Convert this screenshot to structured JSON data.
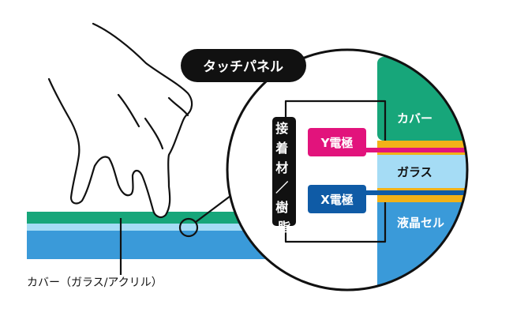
{
  "title": "タッチパネル",
  "callout_label": "カバー（ガラス/アクリル）",
  "adhesive_label": "接着材／樹脂",
  "y_electrode": "Y電極",
  "x_electrode": "X電極",
  "layers": {
    "cover": "カバー",
    "glass": "ガラス",
    "lcd": "液晶セル"
  },
  "colors": {
    "cover": "#17a67a",
    "glass": "#a5dcf5",
    "lcd": "#3a9ad9",
    "electrode_band": "#f2b218",
    "y_electrode": "#e2137c",
    "x_electrode": "#0f5ba6",
    "outline": "#111111"
  },
  "icons": [
    "hand-pointing-icon",
    "magnifier-circle-icon"
  ]
}
